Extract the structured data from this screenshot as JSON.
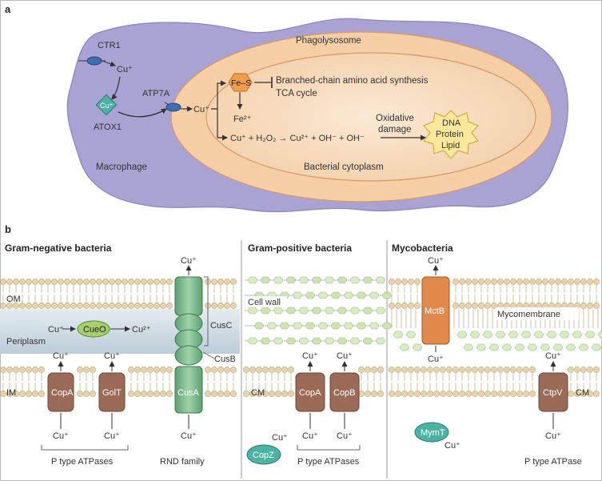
{
  "panel_a": {
    "label": "a",
    "macrophage": "Macrophage",
    "phagolysosome": "Phagolysosome",
    "cytoplasm": "Bacterial cytoplasm",
    "ctr1": "CTR1",
    "atox1": "ATOX1",
    "atp7a": "ATP7A",
    "cu_plus": "Cu⁺",
    "fe_s": "Fe–S",
    "fe2": "Fe²⁺",
    "bcaa": "Branched-chain amino acid synthesis",
    "tca": "TCA cycle",
    "reaction": "Cu⁺ + H₂O₂ → Cu²⁺ + OH⁻ + OH⁻",
    "oxidative": "Oxidative",
    "damage": "damage",
    "dna": "DNA",
    "protein": "Protein",
    "lipid": "Lipid"
  },
  "panel_b": {
    "label": "b",
    "gram_neg": {
      "title": "Gram-negative bacteria",
      "om": "OM",
      "periplasm": "Periplasm",
      "im": "IM",
      "cueo": "CueO",
      "cu2": "Cu²⁺",
      "copa": "CopA",
      "golt": "GolT",
      "cusa": "CusA",
      "cusb": "CusB",
      "cusc": "CusC",
      "p_type": "P type ATPases",
      "rnd": "RND family"
    },
    "gram_pos": {
      "title": "Gram-positive bacteria",
      "cell_wall": "Cell wall",
      "cm": "CM",
      "copa": "CopA",
      "copb": "CopB",
      "copz": "CopZ",
      "p_type": "P type ATPases"
    },
    "myco": {
      "title": "Mycobacteria",
      "mycomembrane": "Mycomembrane",
      "cm": "CM",
      "mctb": "MctB",
      "ctpv": "CtpV",
      "mymt": "MymT",
      "p_type": "P type ATPase"
    }
  },
  "colors": {
    "macrophage": "#a9a3d3",
    "phago": "#f6cfa6",
    "cytoplasm": "#f7e0c7",
    "brown_protein": "#9c6b57",
    "green_protein": "#79b689",
    "orange_protein": "#e0894a",
    "periplasm": "#cad8e0",
    "lipid_head": "#e6d3ab"
  }
}
